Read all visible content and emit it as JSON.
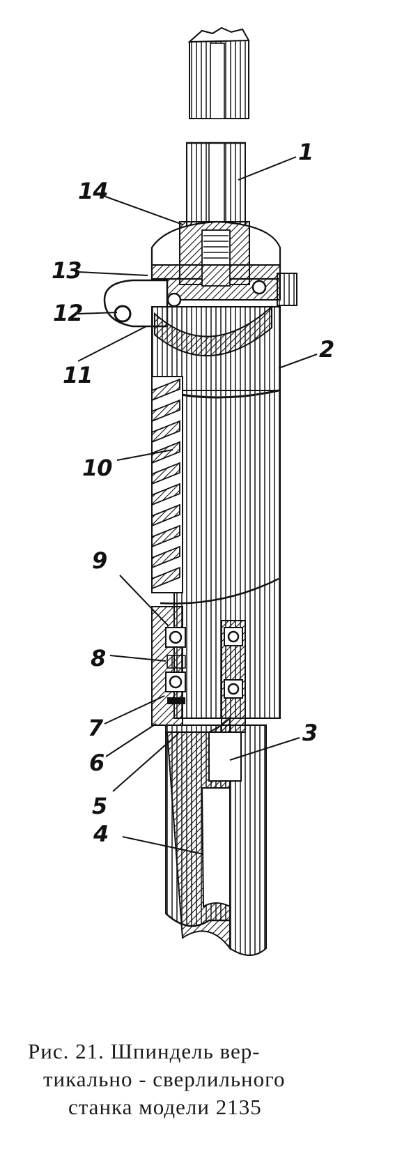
{
  "figure": {
    "callouts": [
      {
        "id": "1",
        "label": "1"
      },
      {
        "id": "2",
        "label": "2"
      },
      {
        "id": "3",
        "label": "3"
      },
      {
        "id": "4",
        "label": "4"
      },
      {
        "id": "5",
        "label": "5"
      },
      {
        "id": "6",
        "label": "6"
      },
      {
        "id": "7",
        "label": "7"
      },
      {
        "id": "8",
        "label": "8"
      },
      {
        "id": "9",
        "label": "9"
      },
      {
        "id": "10",
        "label": "10"
      },
      {
        "id": "11",
        "label": "11"
      },
      {
        "id": "12",
        "label": "12"
      },
      {
        "id": "13",
        "label": "13"
      },
      {
        "id": "14",
        "label": "14"
      }
    ]
  },
  "caption": {
    "line1": "Рис. 21. Шпиндель вер-",
    "line2": "тикально - сверлильного",
    "line3": "станка модели 2135"
  }
}
